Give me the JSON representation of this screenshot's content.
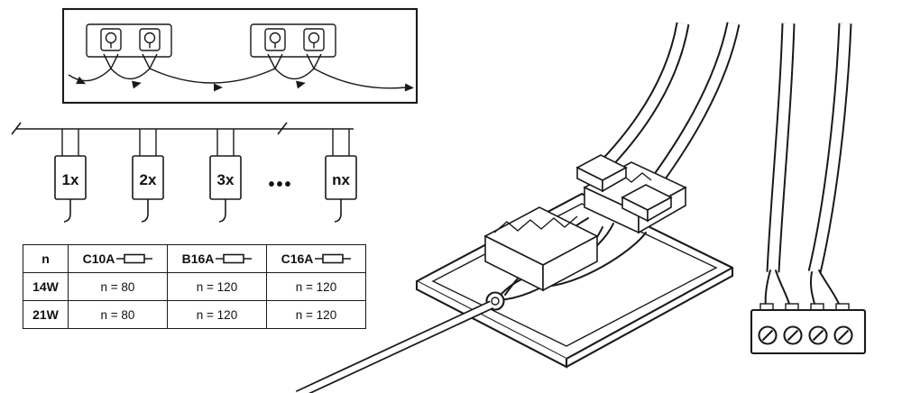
{
  "meta": {
    "background": "#ffffff",
    "ink_color": "#1a1a1a",
    "driver_box_fill": "#c9c9c9"
  },
  "icons": {
    "fuse": "fuse-icon",
    "luminaire": "luminaire-icon",
    "flow_arrow": "flow-arrow-icon",
    "terminal_screw": "terminal-screw-icon",
    "cable_gland": "cable-gland-icon"
  },
  "chain": {
    "units": [
      {
        "label": "1x"
      },
      {
        "label": "2x"
      },
      {
        "label": "3x"
      },
      {
        "label": "nx"
      }
    ],
    "ellipsis": "•••"
  },
  "table": {
    "col_headers": [
      "n",
      "C10A",
      "B16A",
      "C16A"
    ],
    "rows": [
      {
        "power": "14W",
        "values": [
          "n = 80",
          "n = 120",
          "n = 120"
        ]
      },
      {
        "power": "21W",
        "values": [
          "n = 80",
          "n = 120",
          "n = 120"
        ]
      }
    ]
  }
}
